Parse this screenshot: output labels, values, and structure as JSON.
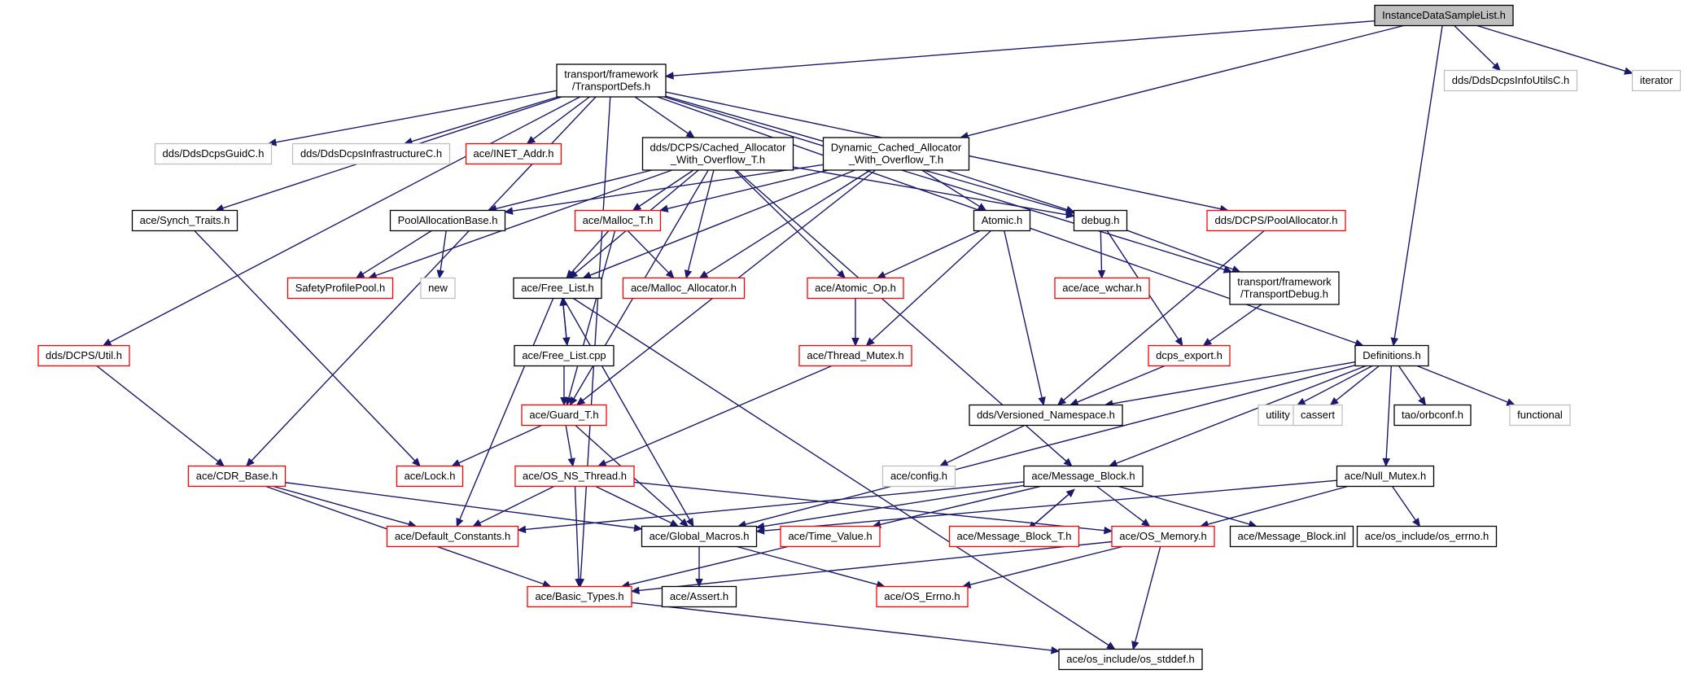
{
  "colors": {
    "edge": "#191970",
    "root_fill": "#bfbfbf",
    "default_border": "#000000",
    "red_border": "#ff0000",
    "gray_border": "#bfbfbf",
    "background": "#ffffff"
  },
  "nodes": [
    {
      "id": "root",
      "lines": [
        "InstanceDataSampleList.h"
      ],
      "style": "root"
    },
    {
      "id": "transportdefs",
      "lines": [
        "transport/framework",
        "/TransportDefs.h"
      ],
      "style": "black"
    },
    {
      "id": "ddsinfoutils",
      "lines": [
        "dds/DdsDcpsInfoUtilsC.h"
      ],
      "style": "gray"
    },
    {
      "id": "iterator",
      "lines": [
        "iterator"
      ],
      "style": "gray"
    },
    {
      "id": "guidc",
      "lines": [
        "dds/DdsDcpsGuidC.h"
      ],
      "style": "gray"
    },
    {
      "id": "infrac",
      "lines": [
        "dds/DdsDcpsInfrastructureC.h"
      ],
      "style": "gray"
    },
    {
      "id": "inetaddr",
      "lines": [
        "ace/INET_Addr.h"
      ],
      "style": "red"
    },
    {
      "id": "cachedalloc",
      "lines": [
        "dds/DCPS/Cached_Allocator",
        "_With_Overflow_T.h"
      ],
      "style": "black"
    },
    {
      "id": "dyncachedalloc",
      "lines": [
        "Dynamic_Cached_Allocator",
        "_With_Overflow_T.h"
      ],
      "style": "black"
    },
    {
      "id": "synchtraits",
      "lines": [
        "ace/Synch_Traits.h"
      ],
      "style": "black"
    },
    {
      "id": "poolallocbase",
      "lines": [
        "PoolAllocationBase.h"
      ],
      "style": "black"
    },
    {
      "id": "malloct",
      "lines": [
        "ace/Malloc_T.h"
      ],
      "style": "red"
    },
    {
      "id": "atomic",
      "lines": [
        "Atomic.h"
      ],
      "style": "black"
    },
    {
      "id": "debug",
      "lines": [
        "debug.h"
      ],
      "style": "black"
    },
    {
      "id": "poolallocator",
      "lines": [
        "dds/DCPS/PoolAllocator.h"
      ],
      "style": "red"
    },
    {
      "id": "safetyprofile",
      "lines": [
        "SafetyProfilePool.h"
      ],
      "style": "red"
    },
    {
      "id": "new",
      "lines": [
        "new"
      ],
      "style": "gray"
    },
    {
      "id": "freelist",
      "lines": [
        "ace/Free_List.h"
      ],
      "style": "black"
    },
    {
      "id": "mallocallocator",
      "lines": [
        "ace/Malloc_Allocator.h"
      ],
      "style": "red"
    },
    {
      "id": "atomicop",
      "lines": [
        "ace/Atomic_Op.h"
      ],
      "style": "red"
    },
    {
      "id": "acewchar",
      "lines": [
        "ace/ace_wchar.h"
      ],
      "style": "red"
    },
    {
      "id": "transportdebug",
      "lines": [
        "transport/framework",
        "/TransportDebug.h"
      ],
      "style": "black"
    },
    {
      "id": "util",
      "lines": [
        "dds/DCPS/Util.h"
      ],
      "style": "red"
    },
    {
      "id": "freelistcpp",
      "lines": [
        "ace/Free_List.cpp"
      ],
      "style": "black"
    },
    {
      "id": "threadmutex",
      "lines": [
        "ace/Thread_Mutex.h"
      ],
      "style": "red"
    },
    {
      "id": "dcpsexport",
      "lines": [
        "dcps_export.h"
      ],
      "style": "red"
    },
    {
      "id": "definitions",
      "lines": [
        "Definitions.h"
      ],
      "style": "black"
    },
    {
      "id": "guardt",
      "lines": [
        "ace/Guard_T.h"
      ],
      "style": "red"
    },
    {
      "id": "versionedns",
      "lines": [
        "dds/Versioned_Namespace.h"
      ],
      "style": "black"
    },
    {
      "id": "utility",
      "lines": [
        "utility"
      ],
      "style": "gray"
    },
    {
      "id": "cassert",
      "lines": [
        "cassert"
      ],
      "style": "gray"
    },
    {
      "id": "orbconf",
      "lines": [
        "tao/orbconf.h"
      ],
      "style": "black"
    },
    {
      "id": "functional",
      "lines": [
        "functional"
      ],
      "style": "gray"
    },
    {
      "id": "cdrbase",
      "lines": [
        "ace/CDR_Base.h"
      ],
      "style": "red"
    },
    {
      "id": "lock",
      "lines": [
        "ace/Lock.h"
      ],
      "style": "red"
    },
    {
      "id": "osnsthread",
      "lines": [
        "ace/OS_NS_Thread.h"
      ],
      "style": "red"
    },
    {
      "id": "config",
      "lines": [
        "ace/config.h"
      ],
      "style": "gray"
    },
    {
      "id": "messageblock",
      "lines": [
        "ace/Message_Block.h"
      ],
      "style": "black"
    },
    {
      "id": "nullmutex",
      "lines": [
        "ace/Null_Mutex.h"
      ],
      "style": "black"
    },
    {
      "id": "defaultconst",
      "lines": [
        "ace/Default_Constants.h"
      ],
      "style": "red"
    },
    {
      "id": "globalmacros",
      "lines": [
        "ace/Global_Macros.h"
      ],
      "style": "black"
    },
    {
      "id": "timevalue",
      "lines": [
        "ace/Time_Value.h"
      ],
      "style": "red"
    },
    {
      "id": "messageblockt",
      "lines": [
        "ace/Message_Block_T.h"
      ],
      "style": "red"
    },
    {
      "id": "osmemory",
      "lines": [
        "ace/OS_Memory.h"
      ],
      "style": "red"
    },
    {
      "id": "messageblockinl",
      "lines": [
        "ace/Message_Block.inl"
      ],
      "style": "black"
    },
    {
      "id": "oserrno",
      "lines": [
        "ace/os_include/os_errno.h"
      ],
      "style": "black"
    },
    {
      "id": "basictypes",
      "lines": [
        "ace/Basic_Types.h"
      ],
      "style": "red"
    },
    {
      "id": "assert",
      "lines": [
        "ace/Assert.h"
      ],
      "style": "black"
    },
    {
      "id": "oserrnoh",
      "lines": [
        "ace/OS_Errno.h"
      ],
      "style": "red"
    },
    {
      "id": "osstddef",
      "lines": [
        "ace/os_include/os_stddef.h"
      ],
      "style": "black"
    }
  ],
  "edges": [
    [
      "root",
      "transportdefs"
    ],
    [
      "root",
      "dyncachedalloc"
    ],
    [
      "root",
      "definitions"
    ],
    [
      "root",
      "ddsinfoutils"
    ],
    [
      "root",
      "iterator"
    ],
    [
      "transportdefs",
      "guidc"
    ],
    [
      "transportdefs",
      "infrac"
    ],
    [
      "transportdefs",
      "inetaddr"
    ],
    [
      "transportdefs",
      "cachedalloc"
    ],
    [
      "transportdefs",
      "debug"
    ],
    [
      "transportdefs",
      "poolallocator"
    ],
    [
      "transportdefs",
      "transportdebug"
    ],
    [
      "transportdefs",
      "definitions"
    ],
    [
      "transportdefs",
      "util"
    ],
    [
      "transportdefs",
      "cdrbase"
    ],
    [
      "transportdefs",
      "basictypes"
    ],
    [
      "transportdefs",
      "synchtraits"
    ],
    [
      "cachedalloc",
      "poolallocbase"
    ],
    [
      "cachedalloc",
      "malloct"
    ],
    [
      "cachedalloc",
      "freelist"
    ],
    [
      "cachedalloc",
      "mallocallocator"
    ],
    [
      "cachedalloc",
      "atomicop"
    ],
    [
      "cachedalloc",
      "safetyprofile"
    ],
    [
      "cachedalloc",
      "guardt"
    ],
    [
      "cachedalloc",
      "messageblock"
    ],
    [
      "cachedalloc",
      "debug"
    ],
    [
      "dyncachedalloc",
      "poolallocbase"
    ],
    [
      "dyncachedalloc",
      "malloct"
    ],
    [
      "dyncachedalloc",
      "freelist"
    ],
    [
      "dyncachedalloc",
      "mallocallocator"
    ],
    [
      "dyncachedalloc",
      "atomic"
    ],
    [
      "dyncachedalloc",
      "debug"
    ],
    [
      "dyncachedalloc",
      "guardt"
    ],
    [
      "synchtraits",
      "lock"
    ],
    [
      "poolallocbase",
      "safetyprofile"
    ],
    [
      "poolallocbase",
      "new"
    ],
    [
      "malloct",
      "freelist"
    ],
    [
      "malloct",
      "mallocallocator"
    ],
    [
      "malloct",
      "guardt"
    ],
    [
      "atomic",
      "atomicop"
    ],
    [
      "atomic",
      "threadmutex"
    ],
    [
      "atomic",
      "versionedns"
    ],
    [
      "debug",
      "acewchar"
    ],
    [
      "debug",
      "transportdebug"
    ],
    [
      "debug",
      "dcpsexport"
    ],
    [
      "poolallocator",
      "versionedns"
    ],
    [
      "freelist",
      "freelistcpp"
    ],
    [
      "freelistcpp",
      "freelist"
    ],
    [
      "freelistcpp",
      "guardt"
    ],
    [
      "freelist",
      "globalmacros"
    ],
    [
      "freelist",
      "defaultconst"
    ],
    [
      "freelist",
      "osstddef"
    ],
    [
      "atomicop",
      "threadmutex"
    ],
    [
      "transportdebug",
      "dcpsexport"
    ],
    [
      "util",
      "cdrbase"
    ],
    [
      "threadmutex",
      "osnsthread"
    ],
    [
      "dcpsexport",
      "versionedns"
    ],
    [
      "definitions",
      "versionedns"
    ],
    [
      "definitions",
      "utility"
    ],
    [
      "definitions",
      "cassert"
    ],
    [
      "definitions",
      "orbconf"
    ],
    [
      "definitions",
      "functional"
    ],
    [
      "definitions",
      "nullmutex"
    ],
    [
      "definitions",
      "messageblock"
    ],
    [
      "definitions",
      "globalmacros"
    ],
    [
      "guardt",
      "lock"
    ],
    [
      "guardt",
      "osnsthread"
    ],
    [
      "guardt",
      "globalmacros"
    ],
    [
      "versionedns",
      "config"
    ],
    [
      "cdrbase",
      "defaultconst"
    ],
    [
      "cdrbase",
      "globalmacros"
    ],
    [
      "cdrbase",
      "basictypes"
    ],
    [
      "osnsthread",
      "defaultconst"
    ],
    [
      "osnsthread",
      "globalmacros"
    ],
    [
      "osnsthread",
      "basictypes"
    ],
    [
      "osnsthread",
      "osmemory"
    ],
    [
      "messageblock",
      "defaultconst"
    ],
    [
      "messageblock",
      "globalmacros"
    ],
    [
      "messageblock",
      "timevalue"
    ],
    [
      "messageblock",
      "messageblockt"
    ],
    [
      "messageblockt",
      "messageblock"
    ],
    [
      "messageblock",
      "osmemory"
    ],
    [
      "messageblock",
      "messageblockinl"
    ],
    [
      "nullmutex",
      "globalmacros"
    ],
    [
      "nullmutex",
      "osmemory"
    ],
    [
      "nullmutex",
      "oserrno"
    ],
    [
      "globalmacros",
      "assert"
    ],
    [
      "globalmacros",
      "oserrnoh"
    ],
    [
      "timevalue",
      "basictypes"
    ],
    [
      "osmemory",
      "oserrnoh"
    ],
    [
      "osmemory",
      "osstddef"
    ],
    [
      "osmemory",
      "basictypes"
    ],
    [
      "basictypes",
      "osstddef"
    ]
  ]
}
